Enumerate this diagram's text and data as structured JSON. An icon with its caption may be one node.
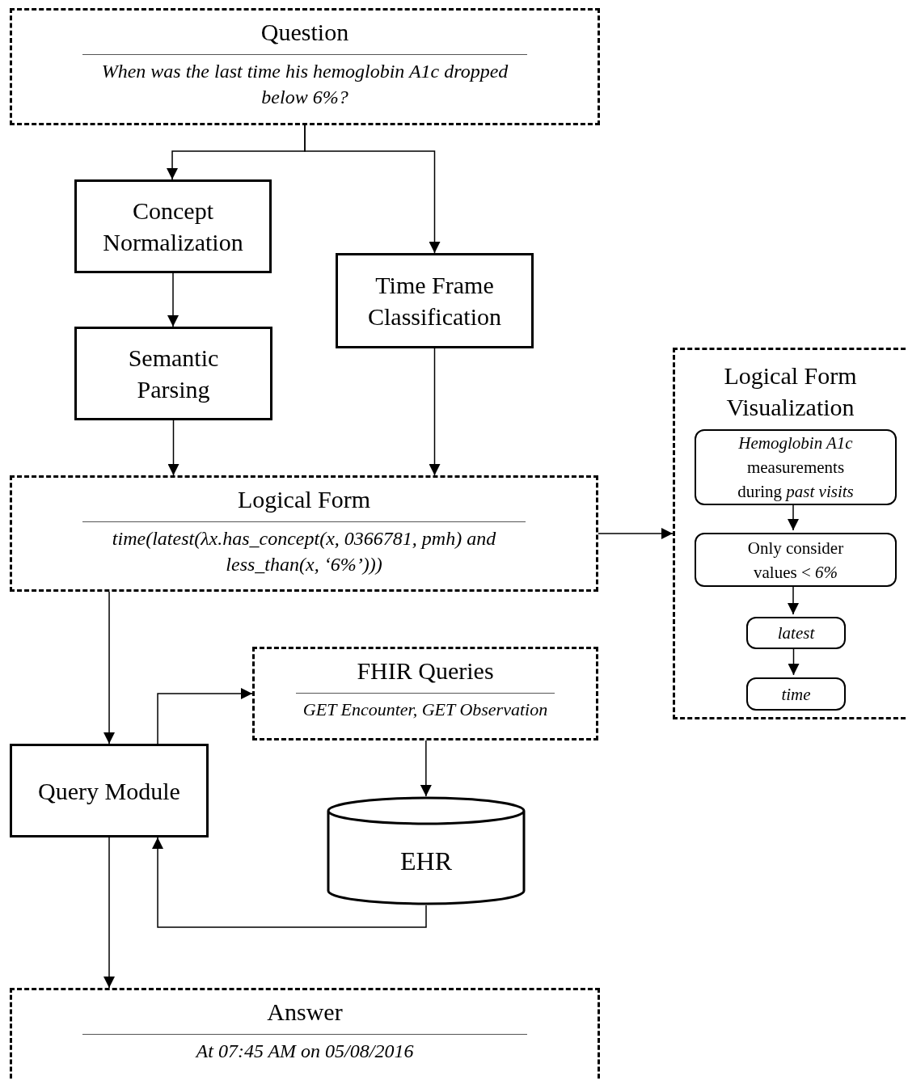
{
  "diagram": {
    "nodes": [
      {
        "text": [
          "Question",
          "When was the last time his hemoglobin A1c dropped below 6%?"
        ]
      },
      {
        "text": [
          "Concept Normalization"
        ]
      },
      {
        "text": [
          "Time Frame Classification"
        ]
      },
      {
        "text": [
          "Semantic Parsing"
        ]
      },
      {
        "text": [
          "Logical Form",
          "time(latest(λx.has_concept(x, 0366781, pmh) and less_than(x, ‘6%’)))"
        ]
      },
      {
        "text": [
          "Logical Form Visualization"
        ]
      },
      {
        "text": [
          "*Hemoglobin A1c* measurements during *past visits*"
        ],
        "in": 5
      },
      {
        "text": [
          "Only consider values < *6%*"
        ],
        "in": 5
      },
      {
        "text": [
          "latest"
        ],
        "in": 5
      },
      {
        "text": [
          "time"
        ],
        "in": 5
      },
      {
        "text": [
          "Query Module"
        ]
      },
      {
        "text": [
          "FHIR Queries",
          "GET Encounter, GET Observation"
        ]
      },
      {
        "text": [
          "EHR"
        ]
      },
      {
        "text": [
          "Answer",
          "At 07:45 AM on 05/08/2016"
        ]
      }
    ],
    "edges": [
      {
        "from": 0,
        "to": 1,
        "arrow": "to"
      },
      {
        "from": 0,
        "to": 2,
        "arrow": "to"
      },
      {
        "from": 1,
        "to": 3,
        "arrow": "to"
      },
      {
        "from": 3,
        "to": 4,
        "arrow": "to"
      },
      {
        "from": 2,
        "to": 4,
        "arrow": "to"
      },
      {
        "from": 4,
        "to": 5,
        "arrow": "to"
      },
      {
        "from": 6,
        "to": 7,
        "arrow": "to"
      },
      {
        "from": 7,
        "to": 8,
        "arrow": "to"
      },
      {
        "from": 8,
        "to": 9,
        "arrow": "to"
      },
      {
        "from": 4,
        "to": 10,
        "arrow": "to"
      },
      {
        "from": 10,
        "to": 11,
        "arrow": "to"
      },
      {
        "from": 11,
        "to": 12,
        "arrow": "to"
      },
      {
        "from": 12,
        "to": 10,
        "arrow": "to"
      },
      {
        "from": 10,
        "to": 13,
        "arrow": "to"
      }
    ]
  }
}
